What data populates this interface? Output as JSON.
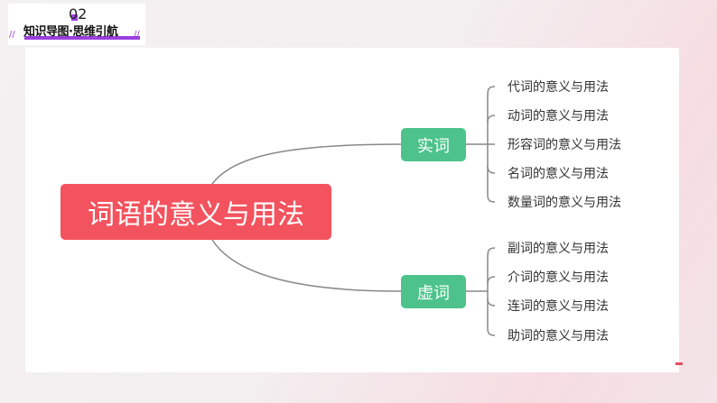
{
  "header": {
    "number": "02",
    "title": "知识导图·思维引航",
    "slash": "//"
  },
  "mindmap": {
    "root": "词语的意义与用法",
    "branches": [
      {
        "label": "实词",
        "leaves": [
          "代词的意义与用法",
          "动词的意义与用法",
          "形容词的意义与用法",
          "名词的意义与用法",
          "数量词的意义与用法"
        ]
      },
      {
        "label": "虚词",
        "leaves": [
          "副词的意义与用法",
          "介词的意义与用法",
          "连词的意义与用法",
          "助词的意义与用法"
        ]
      }
    ]
  },
  "colors": {
    "root": "#f3535e",
    "branch": "#4dc38b",
    "accent": "#9b3fe0"
  }
}
